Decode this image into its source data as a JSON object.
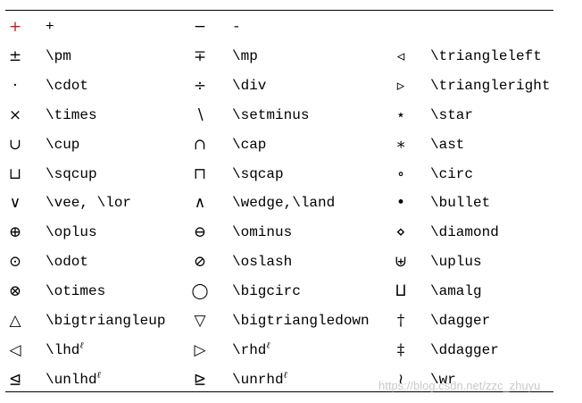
{
  "columns": [
    [
      {
        "sym": "+",
        "cmd": "+"
      },
      {
        "sym": "±",
        "cmd": "\\pm"
      },
      {
        "sym": "·",
        "cmd": "\\cdot"
      },
      {
        "sym": "×",
        "cmd": "\\times"
      },
      {
        "sym": "∪",
        "cmd": "\\cup"
      },
      {
        "sym": "⊔",
        "cmd": "\\sqcup"
      },
      {
        "sym": "∨",
        "cmd": "\\vee, \\lor"
      },
      {
        "sym": "⊕",
        "cmd": "\\oplus"
      },
      {
        "sym": "⊙",
        "cmd": "\\odot"
      },
      {
        "sym": "⊗",
        "cmd": "\\otimes"
      },
      {
        "sym": "△",
        "cmd": "\\bigtriangleup"
      },
      {
        "sym": "◁",
        "cmd": "\\lhd",
        "sup": "ℓ"
      },
      {
        "sym": "⊴",
        "cmd": "\\unlhd",
        "sup": "ℓ"
      }
    ],
    [
      {
        "sym": "−",
        "cmd": "-"
      },
      {
        "sym": "∓",
        "cmd": "\\mp"
      },
      {
        "sym": "÷",
        "cmd": "\\div"
      },
      {
        "sym": "∖",
        "cmd": "\\setminus"
      },
      {
        "sym": "∩",
        "cmd": "\\cap"
      },
      {
        "sym": "⊓",
        "cmd": "\\sqcap"
      },
      {
        "sym": "∧",
        "cmd": "\\wedge,\\land"
      },
      {
        "sym": "⊖",
        "cmd": "\\ominus"
      },
      {
        "sym": "⊘",
        "cmd": "\\oslash"
      },
      {
        "sym": "◯",
        "cmd": "\\bigcirc"
      },
      {
        "sym": "▽",
        "cmd": "\\bigtriangledown"
      },
      {
        "sym": "▷",
        "cmd": "\\rhd",
        "sup": "ℓ"
      },
      {
        "sym": "⊵",
        "cmd": "\\unrhd",
        "sup": "ℓ"
      }
    ],
    [
      null,
      {
        "sym": "◃",
        "cmd": "\\triangleleft"
      },
      {
        "sym": "▹",
        "cmd": "\\triangleright"
      },
      {
        "sym": "⋆",
        "cmd": "\\star"
      },
      {
        "sym": "∗",
        "cmd": "\\ast"
      },
      {
        "sym": "∘",
        "cmd": "\\circ"
      },
      {
        "sym": "•",
        "cmd": "\\bullet"
      },
      {
        "sym": "⋄",
        "cmd": "\\diamond"
      },
      {
        "sym": "⊎",
        "cmd": "\\uplus"
      },
      {
        "sym": "⨿",
        "cmd": "\\amalg"
      },
      {
        "sym": "†",
        "cmd": "\\dagger"
      },
      {
        "sym": "‡",
        "cmd": "\\ddagger"
      },
      {
        "sym": "≀",
        "cmd": "\\wr"
      }
    ]
  ],
  "watermark": "https://blog.csdn.net/zzc_zhuyu",
  "colors": {
    "first_symbol": "#b22222",
    "watermark": "#c9c9c9"
  }
}
